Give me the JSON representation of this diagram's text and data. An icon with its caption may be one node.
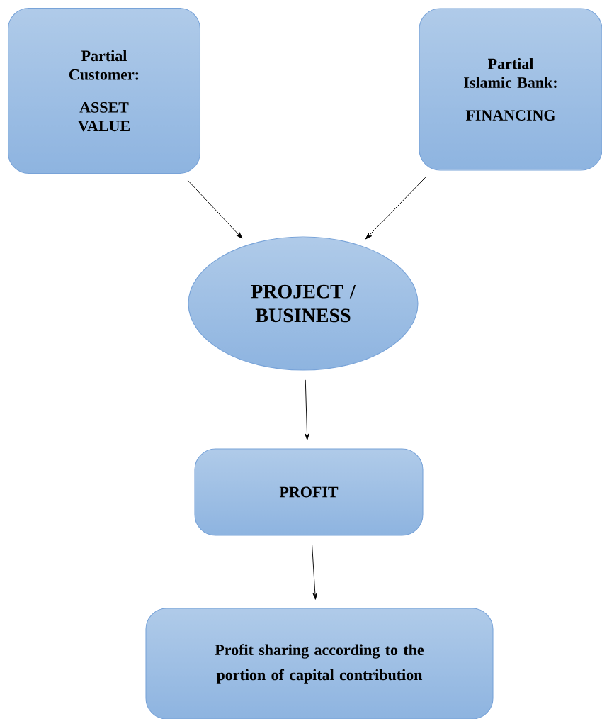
{
  "diagram": {
    "nodes": [
      {
        "text": [
          "Partial Customer:",
          "ASSET VALUE"
        ]
      },
      {
        "text": [
          "Partial Islamic Bank:",
          "FINANCING"
        ]
      },
      {
        "text": [
          "PROJECT / BUSINESS"
        ]
      },
      {
        "text": [
          "PROFIT"
        ]
      },
      {
        "text": [
          "Profit sharing according to the portion of capital contribution"
        ]
      }
    ],
    "edges": [
      {
        "from": 0,
        "to": 2,
        "arrow": "to"
      },
      {
        "from": 1,
        "to": 2,
        "arrow": "to"
      },
      {
        "from": 2,
        "to": 3,
        "arrow": "to"
      },
      {
        "from": 3,
        "to": 4,
        "arrow": "to"
      }
    ]
  }
}
